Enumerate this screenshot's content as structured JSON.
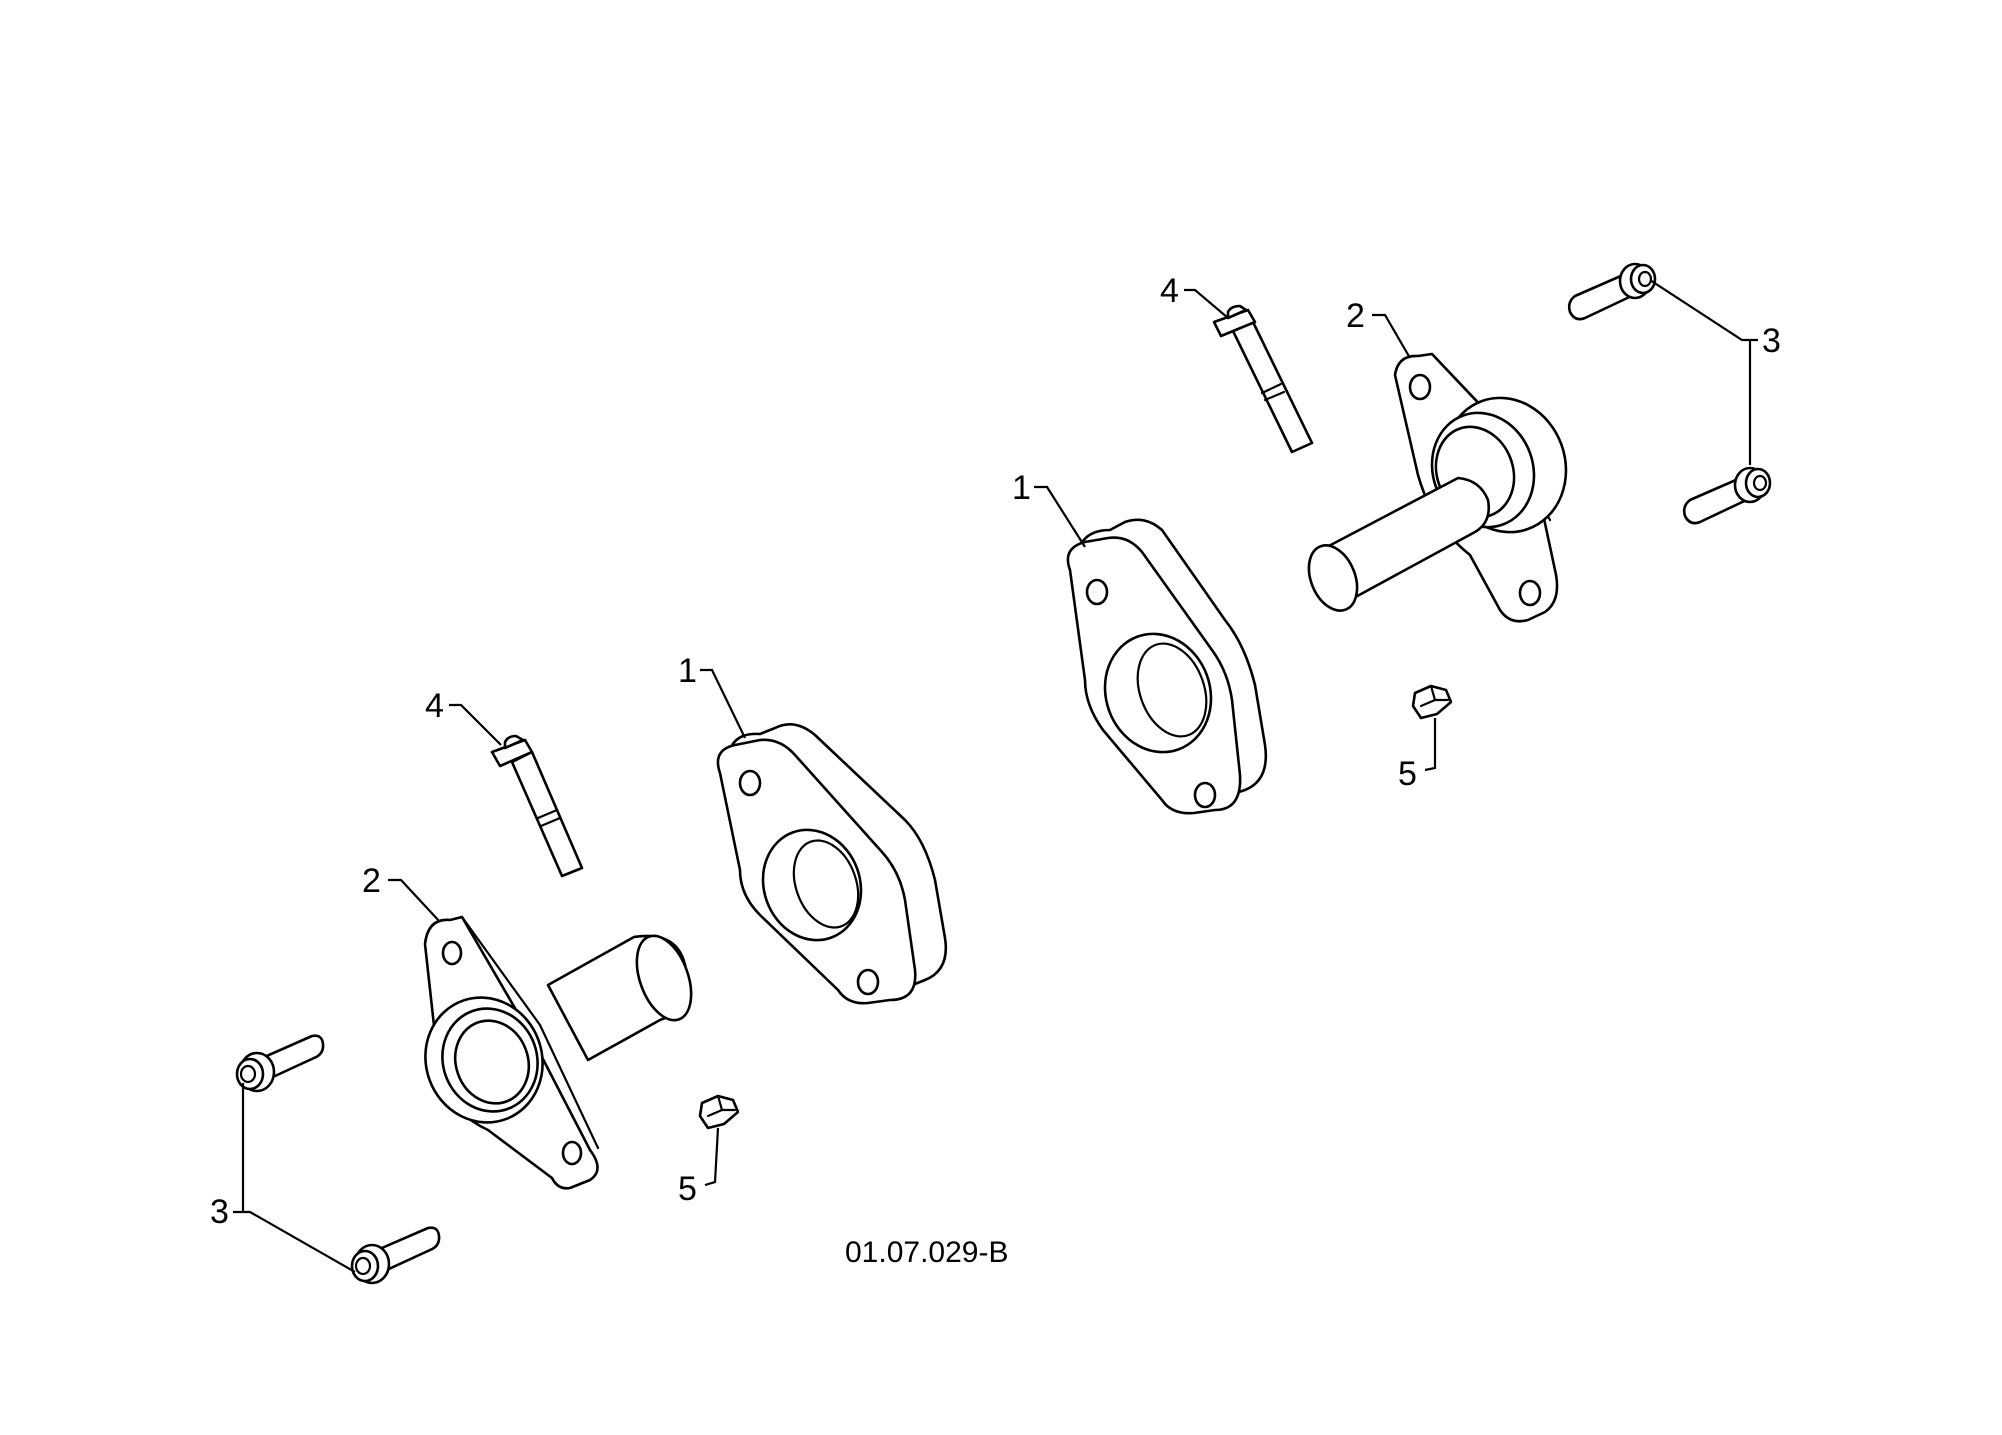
{
  "diagram": {
    "callouts": {
      "spacer_left": "1",
      "spacer_right": "1",
      "bearing_left": "2",
      "bearing_right": "2",
      "bolts_left": "3",
      "bolts_right": "3",
      "pin_left": "4",
      "pin_right": "4",
      "nut_left": "5",
      "nut_right": "5"
    },
    "figure_code": "01.07.029-B"
  }
}
